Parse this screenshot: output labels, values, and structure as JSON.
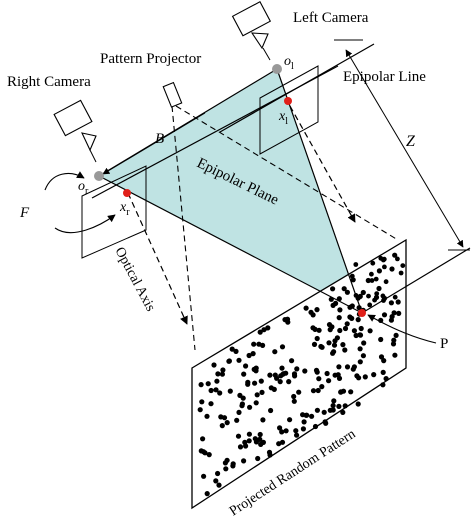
{
  "labels": {
    "left_camera": "Left Camera",
    "pattern_projector": "Pattern Projector",
    "right_camera": "Right Camera",
    "epipolar_line": "Epipolar Line",
    "epipolar_plane": "Epipolar Plane",
    "optical_axis": "Optical Axis",
    "projected_random_pattern": "Projected Random Pattern",
    "baseline": "B",
    "distance": "Z",
    "focal": "F",
    "point": "P"
  },
  "symbols": {
    "o_left_main": "o",
    "o_left_sub": "l",
    "x_left_main": "x",
    "x_left_sub": "l",
    "o_right_main": "o",
    "o_right_sub": "r",
    "x_right_main": "x",
    "x_right_sub": "r"
  },
  "colors": {
    "epipolar_plane_fill": "#bfe3e3",
    "image_point": "#e0201a",
    "optical_center": "#999999",
    "ink": "#000000"
  }
}
